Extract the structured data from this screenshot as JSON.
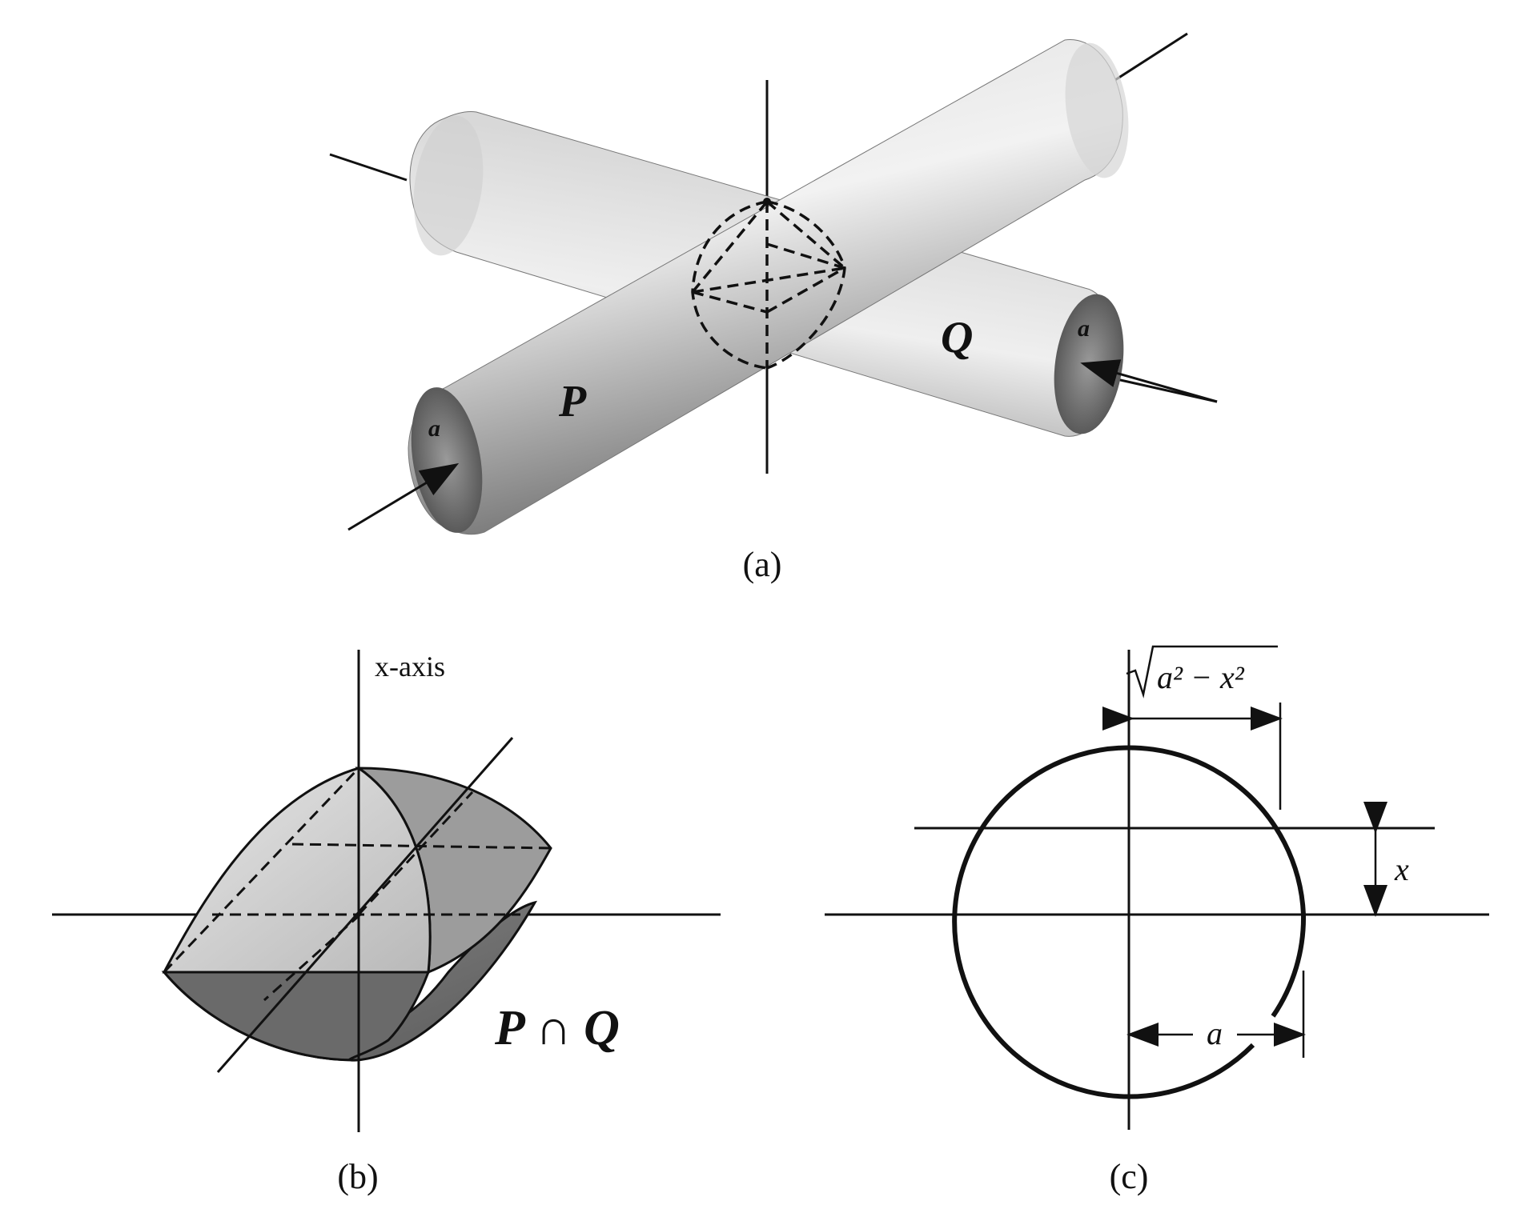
{
  "panel_a": {
    "caption": "(a)",
    "label_p": "P",
    "label_q": "Q",
    "radius_label_left": "a",
    "radius_label_right": "a"
  },
  "panel_b": {
    "caption": "(b)",
    "axis_label": "x-axis",
    "region_label": "P ∩ Q"
  },
  "panel_c": {
    "caption": "(c)",
    "sqrt_label_inner": "a² − x²",
    "x_label": "x",
    "a_label": "a"
  },
  "colors": {
    "ink": "#111111",
    "shade_light": "#cfcfcf",
    "shade_mid": "#a8a8a8",
    "shade_dark": "#6e6e6e"
  }
}
